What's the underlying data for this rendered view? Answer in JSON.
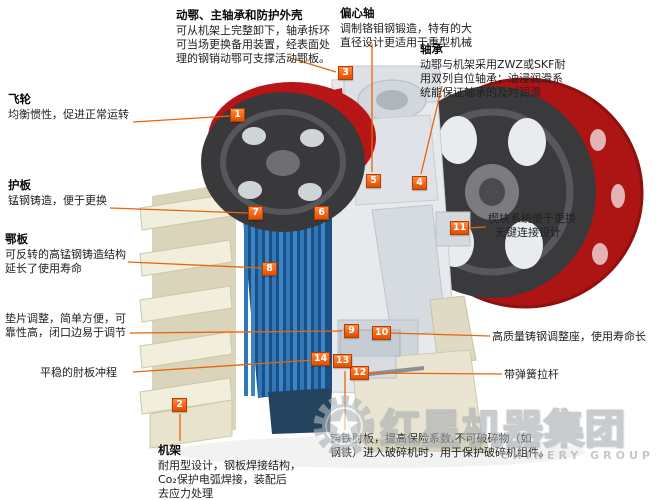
{
  "colors": {
    "accent_orange": "#f05a00",
    "leader_line": "#e8650a",
    "machine_red": "#b81616",
    "flywheel_dark": "#39393c",
    "jaw_blue": "#2e77b8",
    "frame_cream": "#f1eedc"
  },
  "annotations": {
    "moving_jaw": {
      "title": "动鄂、主轴承和防护外壳",
      "body": "可从机架上完整卸下，轴承拆环\n可当场更换备用装置，经表面处\n理的钢销动鄂可支撑活动鄂板。"
    },
    "eccentric_shaft": {
      "title": "偏心轴",
      "body": "调制铬钼钢锻造，特有的大\n直径设计更适用于重型机械"
    },
    "bearing": {
      "title": "轴承",
      "body": "动鄂与机架采用ZWZ或SKF耐\n用双列自位轴承；油浸润滑系\n统能保证轴承的及时润滑"
    },
    "flywheel": {
      "title": "飞轮",
      "body": "均衡惯性，促进正常运转"
    },
    "guard_plate": {
      "title": "护板",
      "body": "锰钢铸造，便于更换"
    },
    "jaw_plate": {
      "title": "鄂板",
      "body": "可反转的高锰钢铸造结构\n延长了使用寿命"
    },
    "shim": {
      "body": "垫片调整，简单方便，可\n靠性高，闭口边易于调节"
    },
    "toggle_stroke": {
      "body": "平稳的肘板冲程"
    },
    "wedge": {
      "body": "楔块系统便于更换\n  无键连接设计"
    },
    "adjust_seat": {
      "body": "高质量铸钢调整座，使用寿命长"
    },
    "spring_rod": {
      "body": "带弹簧拉杆"
    },
    "frame": {
      "title": "机架",
      "body": "耐用型设计，钢板焊接结构，\nCo₂保护电弧焊接，装配后\n去应力处理"
    },
    "cast_toggle": {
      "body": "铸铁肘板，提高保险系数,不可破碎物（如\n钢铁）进入破碎机时，用于保护破碎机组件。"
    }
  },
  "badges": {
    "b1": "1",
    "b2": "2",
    "b3": "3",
    "b4": "4",
    "b5": "5",
    "b6": "6",
    "b7": "7",
    "b8": "8",
    "b9": "9",
    "b10": "10",
    "b11": "11",
    "b12": "12",
    "b13": "13",
    "b14": "14"
  },
  "watermark": {
    "brand": "红星机器集团",
    "subtitle": "CHINERY GROUP"
  }
}
